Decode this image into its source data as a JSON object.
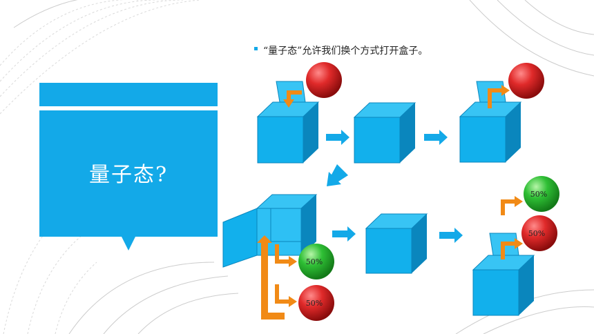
{
  "slide": {
    "title": "量子态?",
    "bullet": "“量子态”允许我们换个方式打开盒子。"
  },
  "diagram": {
    "percent_labels": [
      "50%",
      "50%",
      "50%",
      "50%"
    ]
  },
  "colors": {
    "accent_blue": "#13a9e8",
    "cube_front": "#12b0ec",
    "cube_top": "#38c4f4",
    "cube_side": "#0a86bd",
    "arrow_orange": "#f18a16",
    "ball_red": "#d9232a",
    "ball_green": "#2db52d"
  }
}
